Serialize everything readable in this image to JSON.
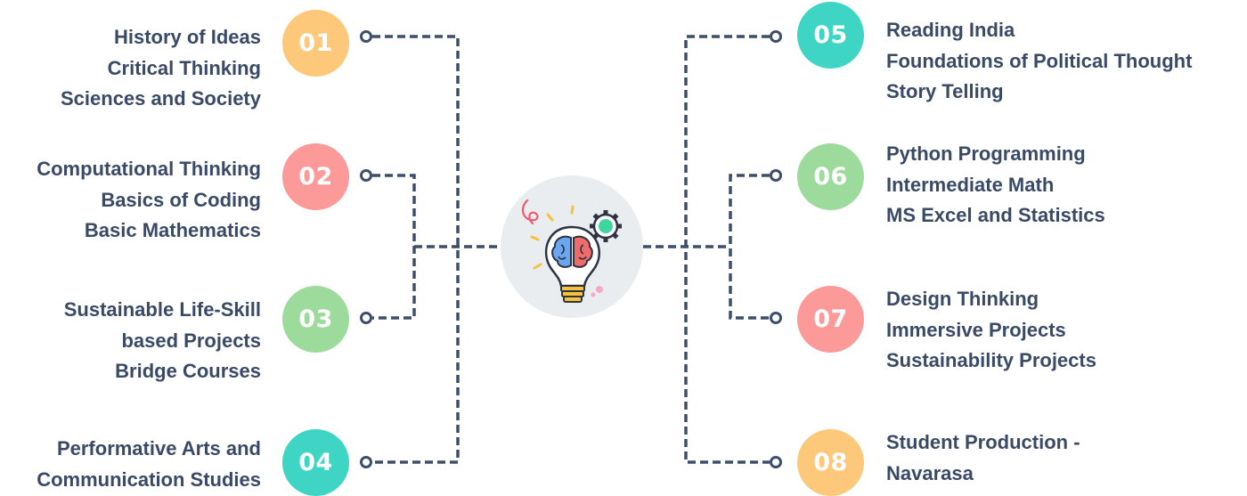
{
  "colors": {
    "wire": "#3d4e6b",
    "hub": "#e9edf0",
    "text": "#3a4a66"
  },
  "center": {
    "icon": "brain-lightbulb-gear-icon"
  },
  "groups": [
    {
      "number": "01",
      "color": "#fdc87a",
      "lines": [
        "History of Ideas",
        "Critical Thinking",
        "Sciences and Society"
      ]
    },
    {
      "number": "02",
      "color": "#fb9a98",
      "lines": [
        "Computational Thinking",
        "Basics of Coding",
        "Basic Mathematics"
      ]
    },
    {
      "number": "03",
      "color": "#9ddb9c",
      "lines": [
        "Sustainable Life-Skill",
        "based Projects",
        "Bridge Courses"
      ]
    },
    {
      "number": "04",
      "color": "#3ed5c4",
      "lines": [
        "Performative Arts and",
        "Communication Studies"
      ]
    },
    {
      "number": "05",
      "color": "#3ed5c4",
      "lines": [
        "Reading India",
        "Foundations of Political Thought",
        "Story Telling"
      ]
    },
    {
      "number": "06",
      "color": "#9ddb9c",
      "lines": [
        "Python Programming",
        "Intermediate Math",
        "MS Excel and Statistics"
      ]
    },
    {
      "number": "07",
      "color": "#fb9a98",
      "lines": [
        "Design Thinking",
        "Immersive Projects",
        "Sustainability Projects"
      ]
    },
    {
      "number": "08",
      "color": "#fdc87a",
      "lines": [
        "Student Production -",
        "Navarasa"
      ]
    }
  ]
}
